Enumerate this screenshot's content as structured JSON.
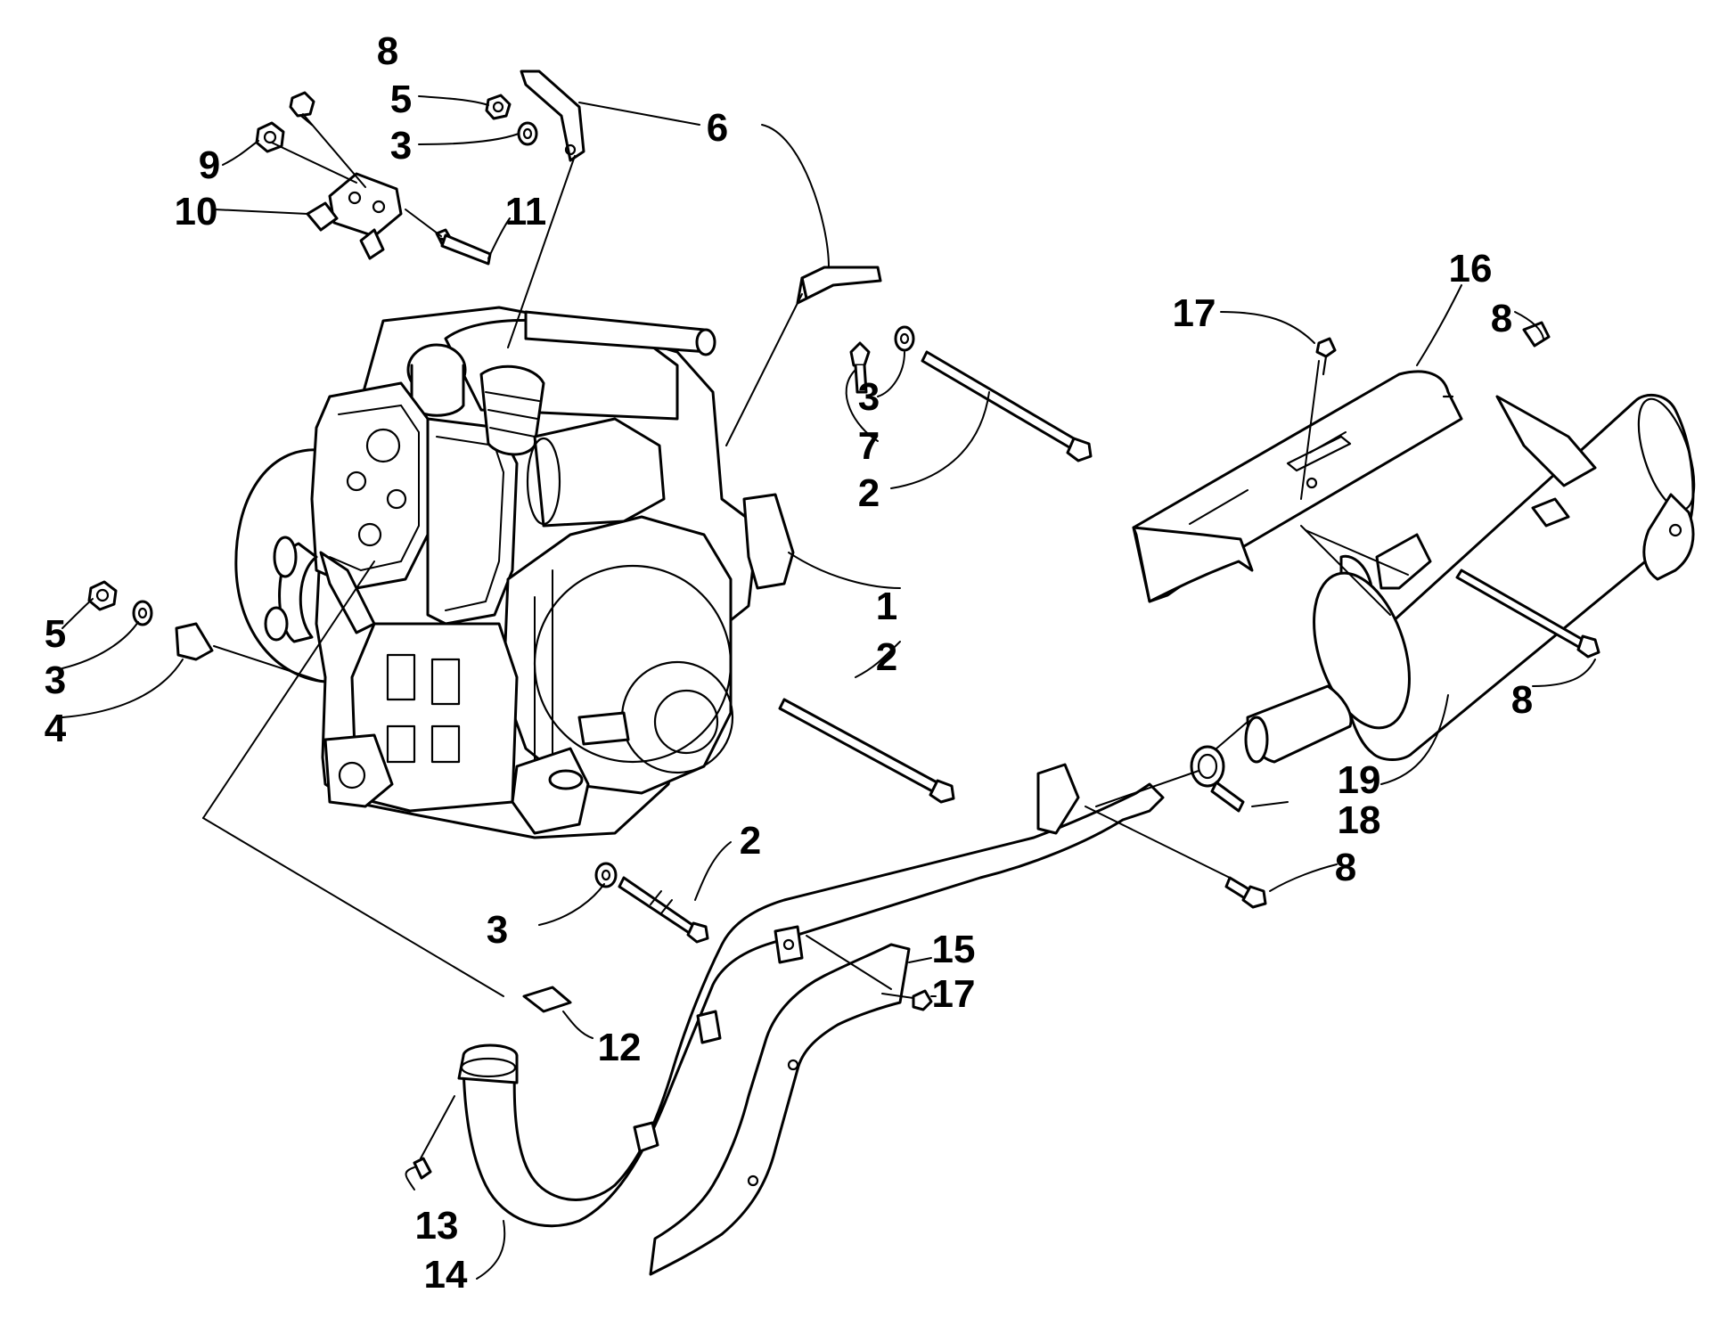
{
  "callouts": {
    "c1": "1",
    "c2a": "2",
    "c2b": "2",
    "c2c": "2",
    "c3a": "3",
    "c3b": "3",
    "c3c": "3",
    "c3d": "3",
    "c4": "4",
    "c5a": "5",
    "c5b": "5",
    "c6": "6",
    "c7": "7",
    "c8a": "8",
    "c8b": "8",
    "c8c": "8",
    "c8d": "8",
    "c9": "9",
    "c10": "10",
    "c11": "11",
    "c12": "12",
    "c13": "13",
    "c14": "14",
    "c15": "15",
    "c16": "16",
    "c17a": "17",
    "c17b": "17",
    "c18": "18",
    "c19": "19"
  },
  "icons": {
    "engine": "engine-icon",
    "muffler": "muffler-icon",
    "exhaust_pipe": "exhaust-pipe-icon",
    "heat_shield": "heat-shield-icon",
    "bolt": "bolt-icon",
    "nut": "nut-icon",
    "washer": "washer-icon",
    "bracket": "bracket-icon"
  },
  "colors": {
    "line": "#000000",
    "background": "#ffffff"
  }
}
